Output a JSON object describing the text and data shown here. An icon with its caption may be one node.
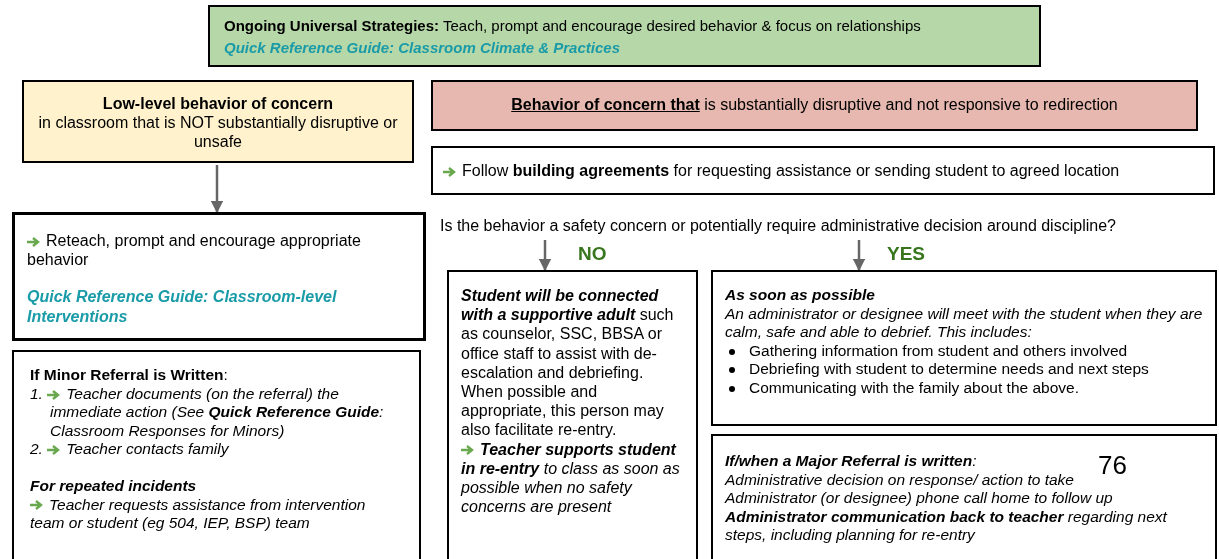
{
  "diagram": {
    "nodes": [
      {
        "text": [
          "**Ongoing Universal Strategies:** Teach, prompt and encourage desired behavior & focus on relationships",
          "Quick Reference Guide: Classroom Climate & Practices"
        ]
      },
      {
        "text": [
          "Low-level behavior of concern",
          "in classroom that is NOT substantially disruptive or unsafe"
        ]
      },
      {
        "text": [
          "**Behavior of concern that** is substantially disruptive and not responsive to redirection"
        ]
      },
      {
        "text": [
          "Follow **building agreements** for requesting assistance or sending student to agreed location"
        ]
      },
      {
        "text": [
          "Reteach, prompt and encourage appropriate behavior",
          "Quick Reference Guide: Classroom-level Interventions"
        ]
      },
      {
        "text": [
          "**If Minor Referral is Written**:",
          "1. Teacher documents (on the referral) the immediate action (See **Quick Reference Guide**: Classroom Responses for Minors)",
          "2. Teacher contacts family",
          "For repeated incidents",
          "Teacher requests assistance from intervention team or student (eg 504, IEP, BSP) team"
        ]
      },
      {
        "text": [
          "Is the behavior a safety concern or potentially require administrative decision around discipline?"
        ]
      },
      {
        "text": [
          "**Student will be connected with a supportive adult** such as counselor, SSC, BBSA or office staff to assist with de-escalation and debriefing. When possible and appropriate, this person may also facilitate re-entry.",
          "**Teacher supports student in re-entry** to class as soon as possible when no safety concerns are present"
        ]
      },
      {
        "text": [
          "As soon as possible",
          "An administrator or designee will meet with the student when they are calm, safe and able to debrief. This includes:",
          "Gathering information from student and others involved",
          "Debriefing with student to determine needs and next steps",
          "Communicating with the family about the above."
        ]
      },
      {
        "text": [
          "**If/when a Major Referral is written**:",
          "Administrative decision on response/ action to take",
          "Administrator (or designee) phone call home to follow up",
          "**Administrator communication back to teacher** regarding next steps, including planning for re-entry"
        ]
      }
    ],
    "edges": [
      {
        "from": 1,
        "to": 4,
        "arrow": "to"
      },
      {
        "from": 6,
        "to": 7,
        "arrow": "to",
        "label": "NO"
      },
      {
        "from": 6,
        "to": 8,
        "arrow": "to",
        "label": "YES"
      }
    ],
    "labels": [
      "76"
    ]
  }
}
